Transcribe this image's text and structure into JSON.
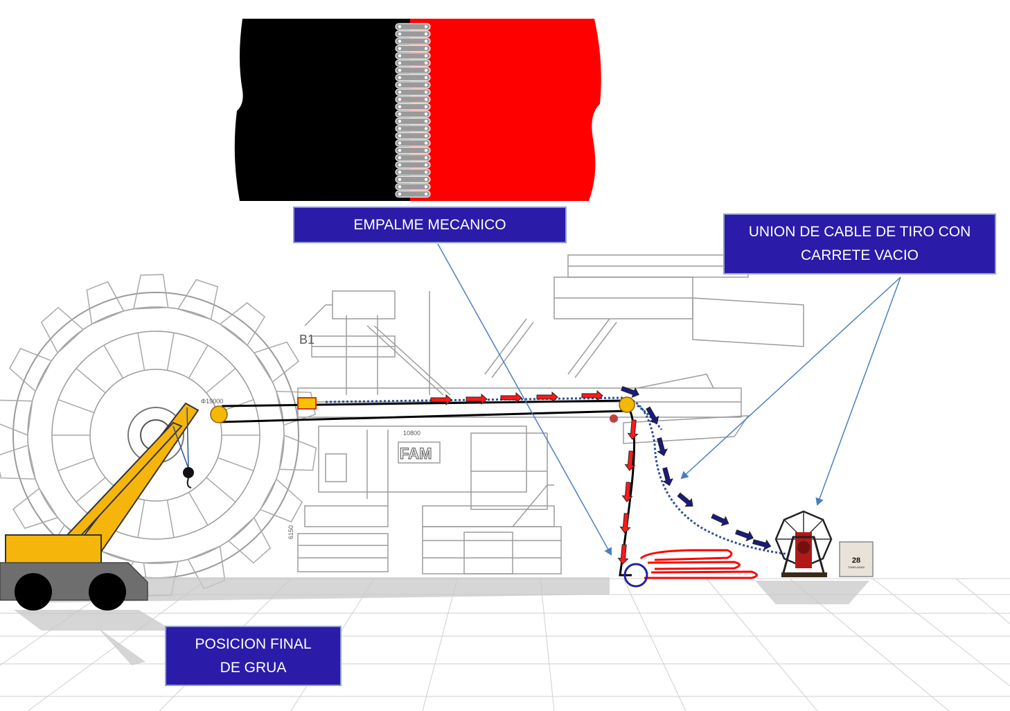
{
  "labels": {
    "empalme": "EMPALME MECANICO",
    "union_line1": "UNION DE CABLE DE TIRO CON",
    "union_line2": "CARRETE VACIO",
    "grua_line1": "POSICION FINAL",
    "grua_line2": "DE GRUA"
  },
  "drawing": {
    "b1": "B1",
    "dim_top": "Φ19000",
    "dim_mid": "10800",
    "dim_side": "6150",
    "brand": "FAM"
  },
  "weight_box": {
    "value": "28",
    "unit": "TONELADAS"
  },
  "colors": {
    "label_bg": "#2a1ca8",
    "belt_red": "#ff0000",
    "belt_black": "#000000",
    "crane_yellow": "#f5b50a",
    "arrow_blue": "#1a1a80",
    "pointer_line": "#4a7fc0"
  }
}
